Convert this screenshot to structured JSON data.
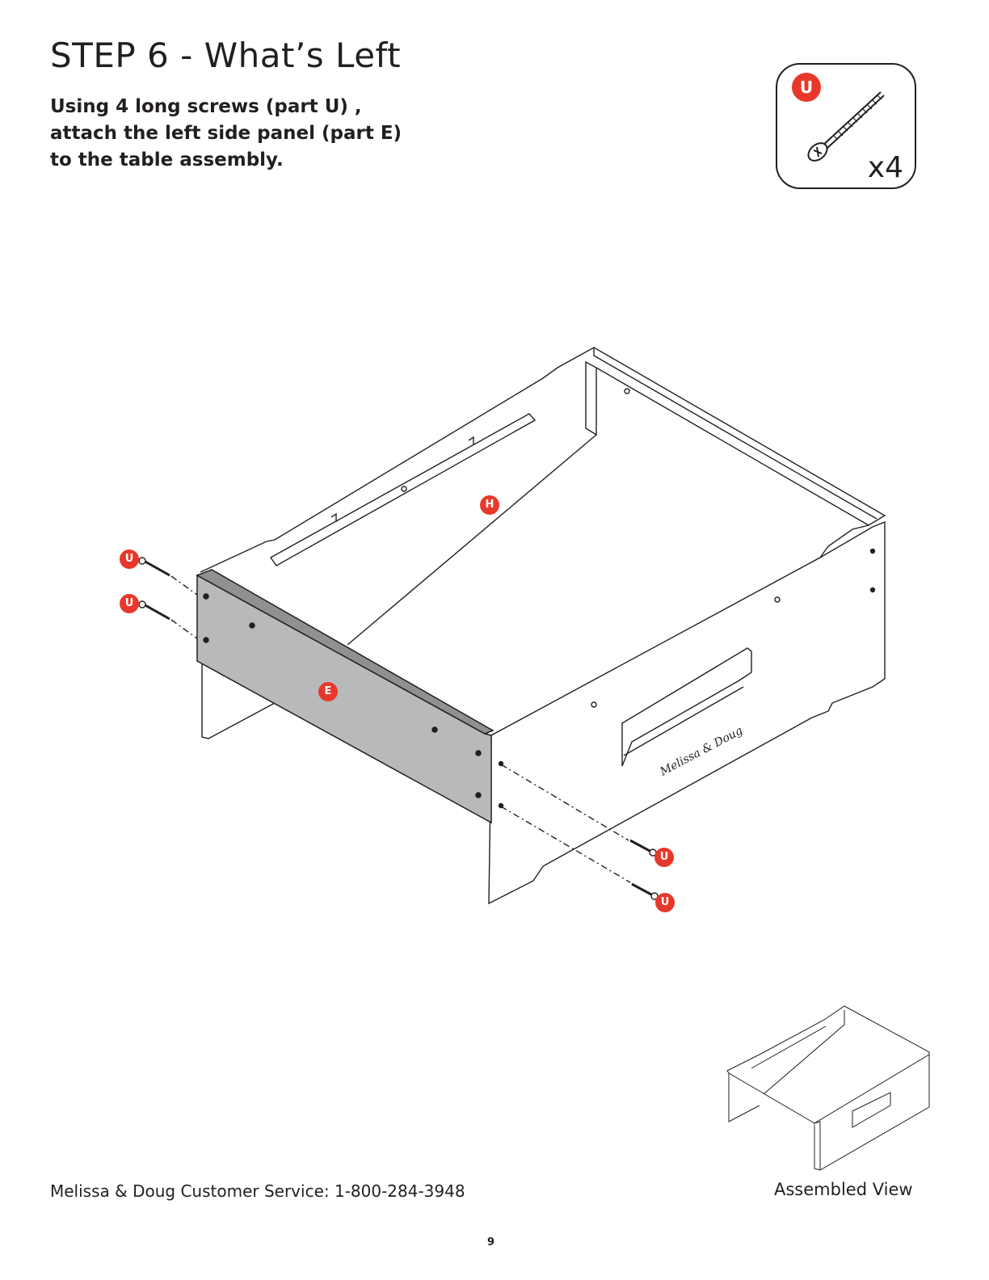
{
  "header": {
    "title": "STEP 6 - What’s Left",
    "instructions": "Using 4 long screws (part U) , attach the left side panel (part E) to the table assembly."
  },
  "parts_box": {
    "part_label": "U",
    "quantity": "x4",
    "icon": "screw-icon"
  },
  "diagram": {
    "labels": {
      "screw": "U",
      "side_panel": "E",
      "table_top": "H"
    },
    "brand_mark": "Melissa & Doug"
  },
  "footer": {
    "customer_service": "Melissa & Doug Customer Service: 1-800-284-3948",
    "assembled_view_caption": "Assembled View",
    "page_number": "9"
  },
  "colors": {
    "label_red": "#e8382b",
    "panel_gray": "#b8b9bb",
    "line": "#231f20"
  }
}
